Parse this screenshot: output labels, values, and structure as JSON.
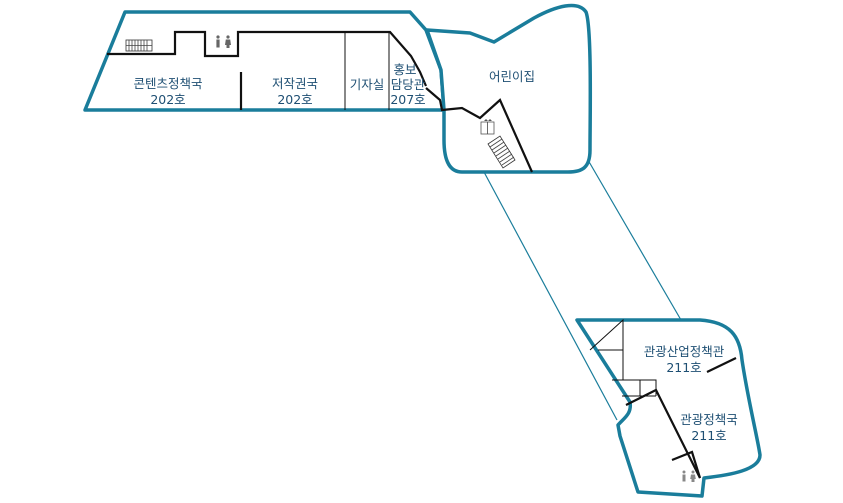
{
  "rooms": {
    "content_policy": {
      "name": "콘텐츠정책국",
      "number": "202호"
    },
    "copyright": {
      "name": "저작권국",
      "number": "202호"
    },
    "press_room": {
      "name": "기자실"
    },
    "pr_officer": {
      "name_line1": "홍보",
      "name_line2": "담당관",
      "number": "207호"
    },
    "kids_house": {
      "name": "어린이집"
    },
    "tourism_industry": {
      "name": "관광산업정책관",
      "number": "211호"
    },
    "tourism_policy": {
      "name": "관광정책국",
      "number": "211호"
    }
  },
  "icons": {
    "restroom_top": "restroom-icon",
    "restroom_bottom": "restroom-icon",
    "elevator": "elevator-icon",
    "stairs_top": "stairs-icon",
    "stairs_right": "stairs-icon"
  },
  "colors": {
    "outline": "#1a7d9b",
    "walls": "#111111",
    "label_text": "#1e4f73"
  }
}
